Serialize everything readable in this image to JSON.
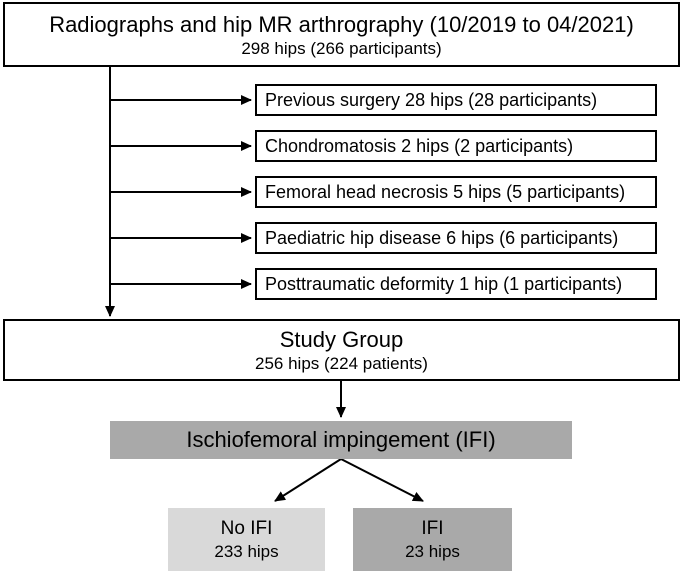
{
  "flowchart": {
    "enrollment": {
      "title": "Radiographs and hip MR arthrography (10/2019 to 04/2021)",
      "subtitle": "298 hips (266 participants)"
    },
    "exclusions": [
      {
        "label": "Previous surgery 28 hips (28 participants)"
      },
      {
        "label": "Chondromatosis 2 hips (2 participants)"
      },
      {
        "label": "Femoral head necrosis 5 hips (5 participants)"
      },
      {
        "label": "Paediatric hip disease 6 hips (6 participants)"
      },
      {
        "label": "Posttraumatic deformity 1 hip (1 participants)"
      }
    ],
    "study_group": {
      "title": "Study Group",
      "subtitle": "256 hips (224 patients)"
    },
    "classification": {
      "label": "Ischiofemoral impingement (IFI)"
    },
    "outcomes": [
      {
        "title": "No IFI",
        "subtitle": "233 hips",
        "fill": "#d9d9d9"
      },
      {
        "title": "IFI",
        "subtitle": "23 hips",
        "fill": "#a9a9a9"
      }
    ],
    "colors": {
      "box_border": "#000000",
      "text": "#000000",
      "medium_gray": "#a9a9a9",
      "light_gray": "#d9d9d9",
      "background": "#ffffff"
    }
  }
}
